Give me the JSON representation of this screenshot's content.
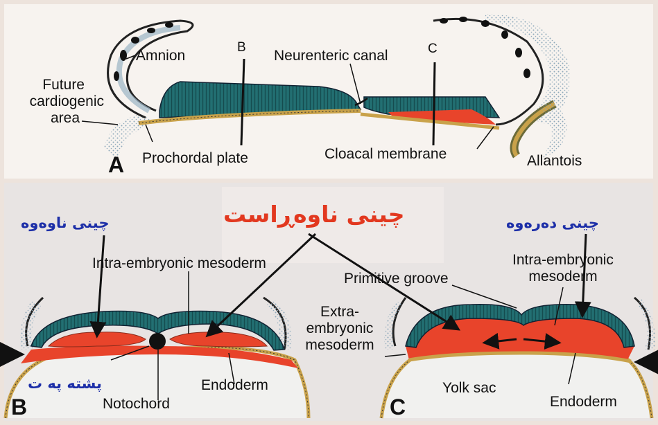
{
  "panel_a": {
    "letter": "A",
    "amnion": "Amnion",
    "b_marker": "B",
    "neurenteric_canal": "Neurenteric canal",
    "c_marker": "C",
    "future_cardiogenic_area": [
      "Future",
      "cardiogenic",
      "area"
    ],
    "prochordal_plate": "Prochordal plate",
    "cloacal_membrane": "Cloacal membrane",
    "allantois": "Allantois"
  },
  "kurdish": {
    "inner_fold": "چینی ناوەوە",
    "middle_fold": "چینی ناوەڕاست",
    "outer_fold": "چینی دەرەوە",
    "notochord_ku": "پشتە پە ت"
  },
  "panel_b": {
    "letter": "B",
    "intra_mesoderm": "Intra-embryonic mesoderm",
    "extra_mesoderm": [
      "Extra-",
      "embryonic",
      "mesoderm"
    ],
    "endoderm": "Endoderm",
    "notochord": "Notochord"
  },
  "panel_c": {
    "letter": "C",
    "primitive_groove": "Primitive groove",
    "intra_mesoderm": [
      "Intra-embryonic",
      "mesoderm"
    ],
    "yolk_sac": "Yolk sac",
    "endoderm": "Endoderm"
  },
  "colors": {
    "ectoderm": "#1f6b6e",
    "mesoderm": "#e8442b",
    "endoderm": "#c9a24a",
    "stipple": "#9fb8c8",
    "kurdish_blue": "#1d2fa8",
    "kurdish_red": "#e2381f"
  }
}
